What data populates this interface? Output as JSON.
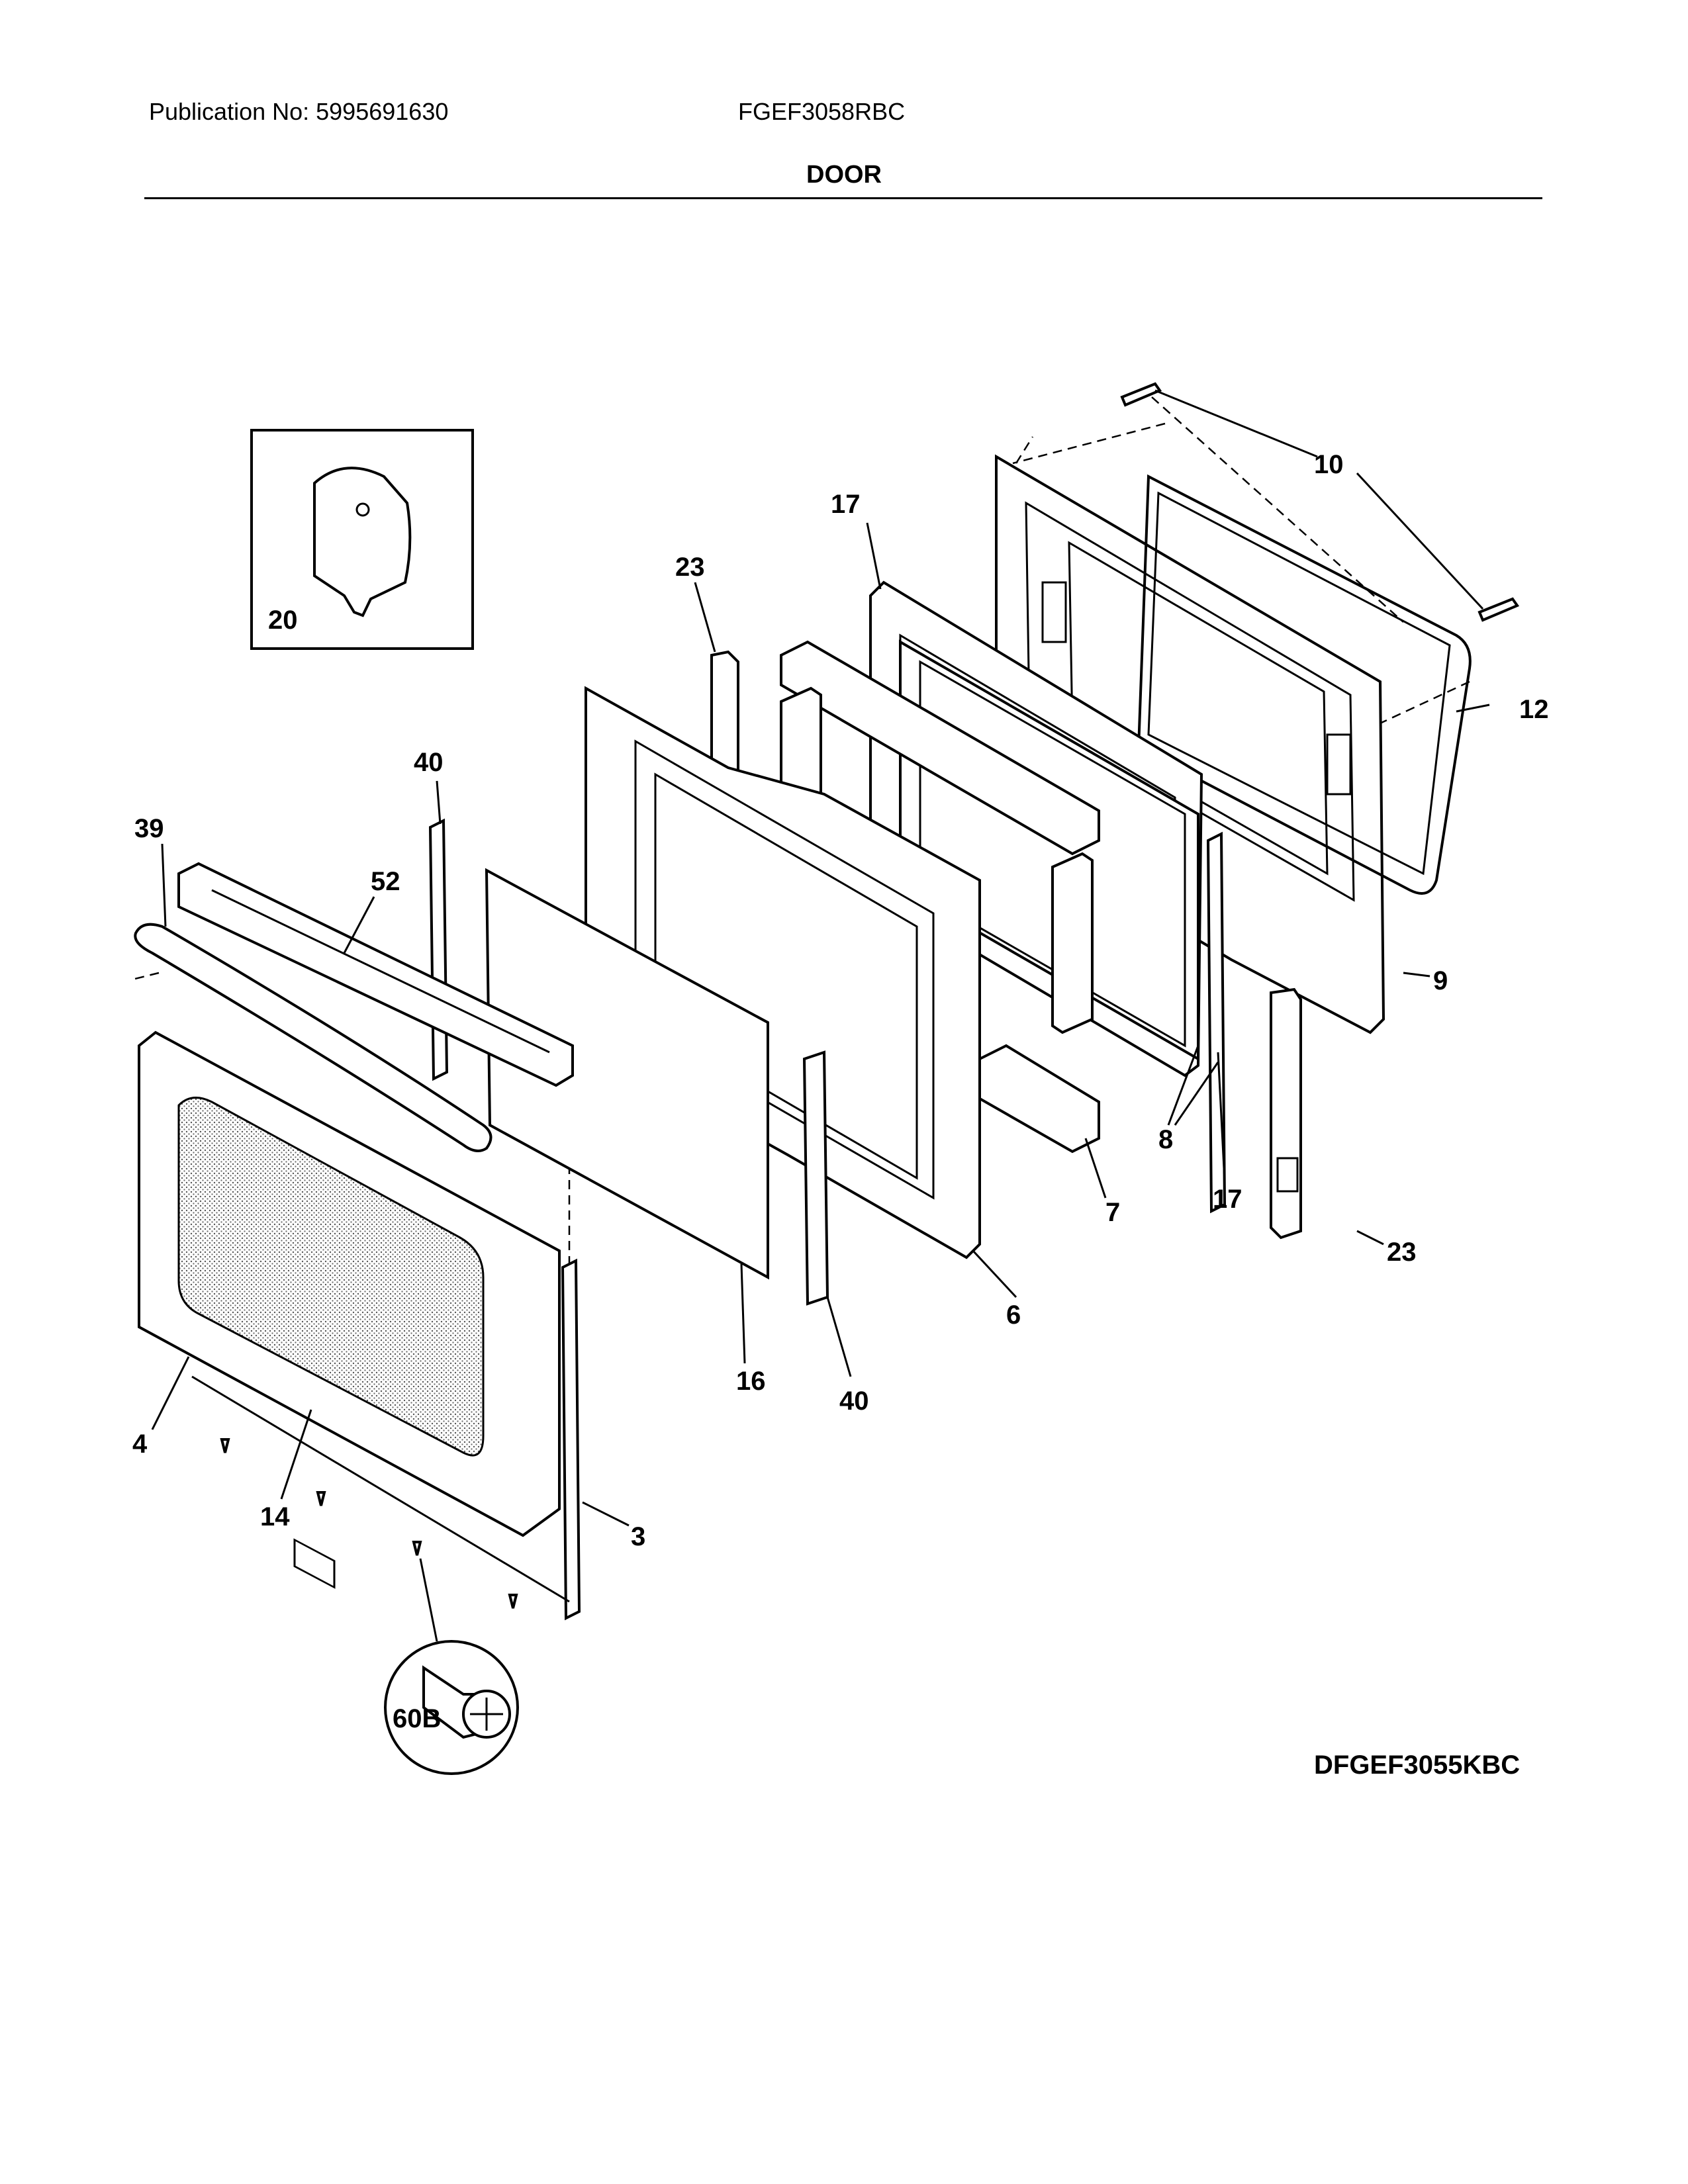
{
  "header": {
    "publication": "Publication No: 5995691630",
    "model": "FGEF3058RBC",
    "section_title": "DOOR"
  },
  "footer": {
    "diagram_code": "DFGEF3055KBC"
  },
  "part_labels": {
    "p10": "10",
    "p17a": "17",
    "p23a": "23",
    "p12": "12",
    "p40a": "40",
    "p39": "39",
    "p52": "52",
    "p9": "9",
    "p8": "8",
    "p7": "7",
    "p17b": "17",
    "p23b": "23",
    "p6": "6",
    "p16": "16",
    "p40b": "40",
    "p4": "4",
    "p14": "14",
    "p3": "3",
    "p20": "20",
    "p60b": "60B"
  }
}
